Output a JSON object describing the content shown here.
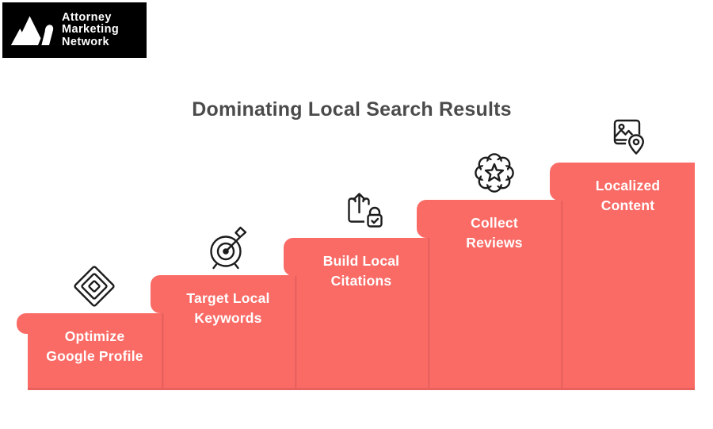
{
  "logo": {
    "lines": [
      "Attorney",
      "Marketing",
      "Network"
    ]
  },
  "title": "Dominating Local Search Results",
  "steps": [
    {
      "label": "Optimize\nGoogle Profile",
      "icon": "nested-diamonds-icon"
    },
    {
      "label": "Target Local\nKeywords",
      "icon": "target-arrow-icon"
    },
    {
      "label": "Build Local\nCitations",
      "icon": "upload-lock-icon"
    },
    {
      "label": "Collect\nReviews",
      "icon": "badge-star-icon"
    },
    {
      "label": "Localized\nContent",
      "icon": "image-location-icon"
    }
  ],
  "colors": {
    "step_fill": "#fa6b66",
    "step_edge": "#e8615d",
    "title_text": "#4b4b4b",
    "label_text": "#ffffff",
    "icon_stroke": "#1c1c1c",
    "logo_bg": "#000000",
    "logo_text": "#ffffff"
  }
}
